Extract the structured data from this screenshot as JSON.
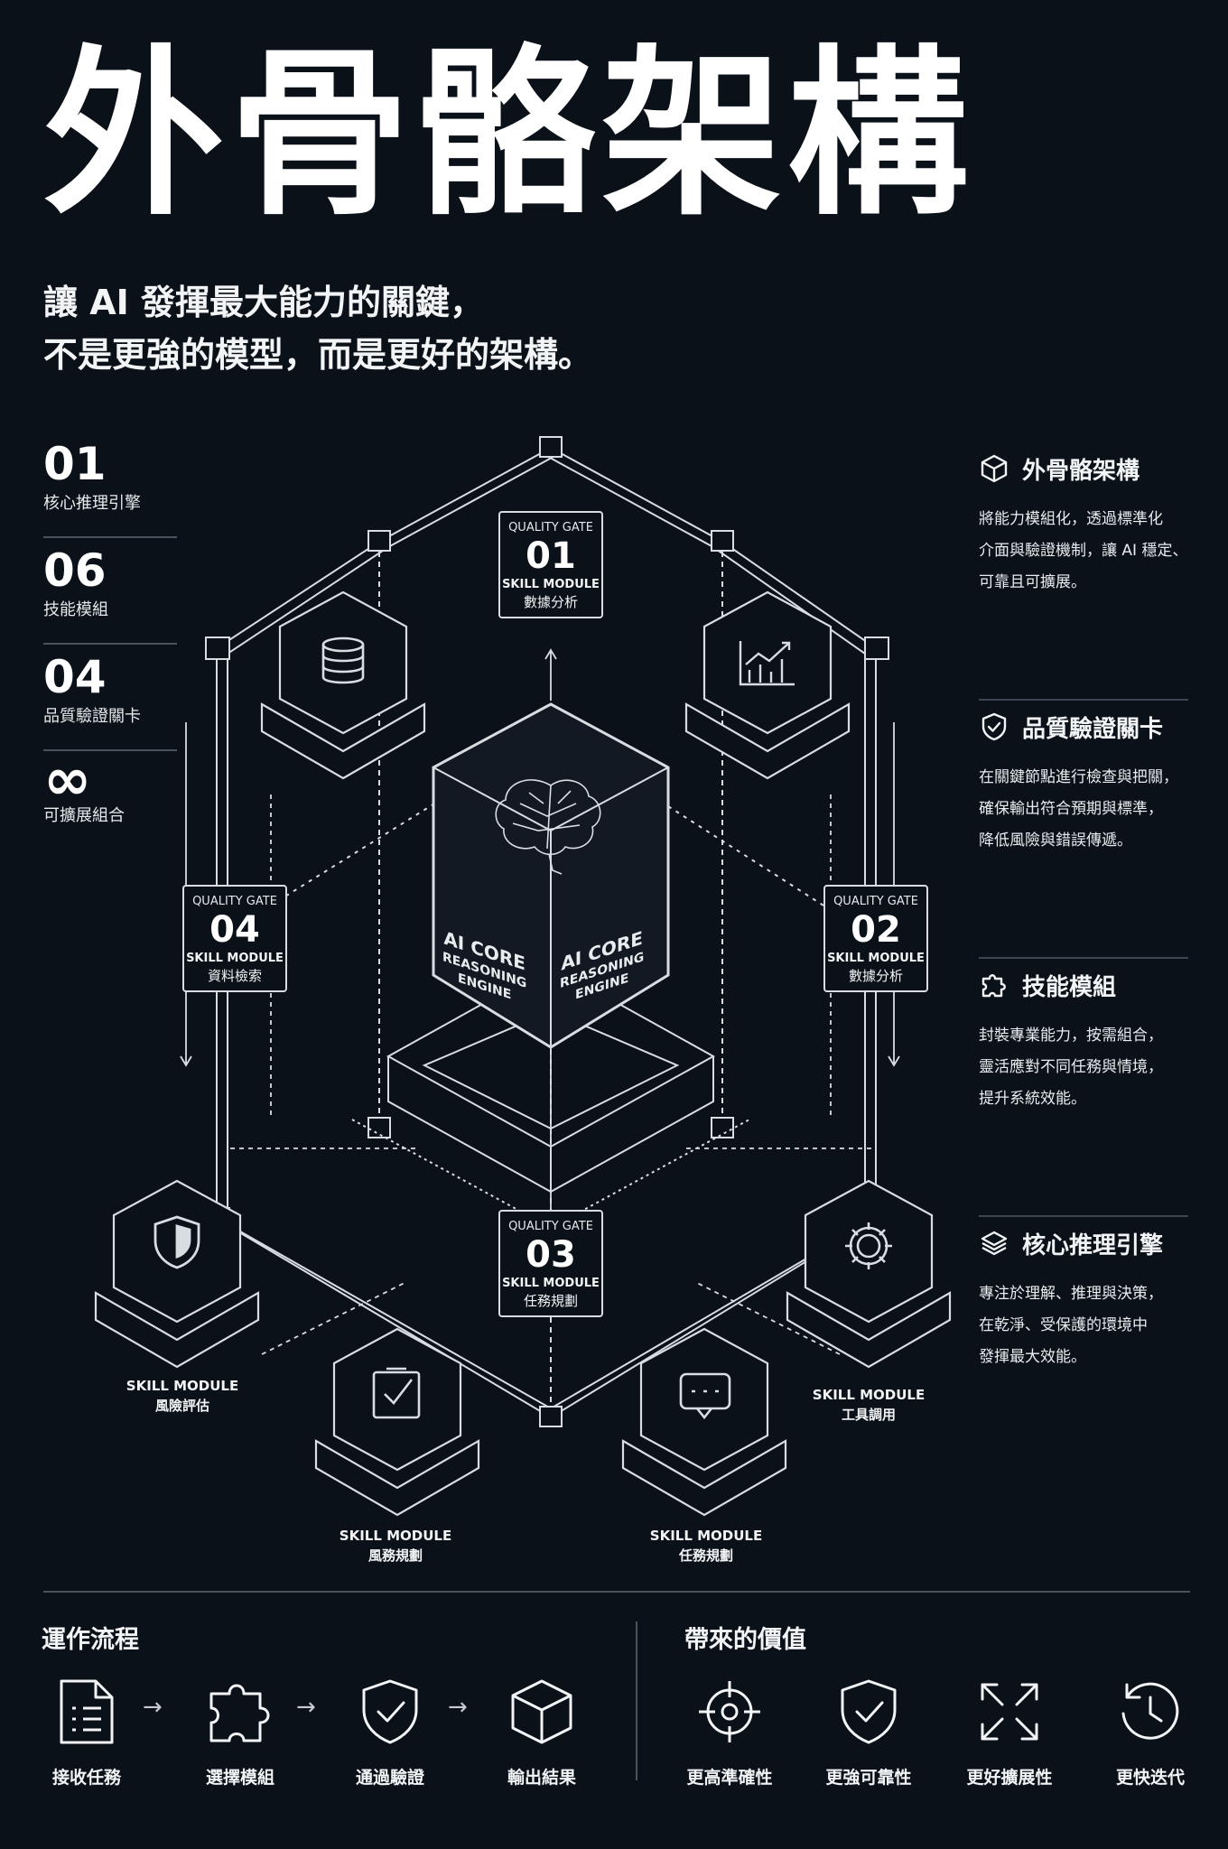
{
  "title": "外骨骼架構",
  "subtitle": {
    "line1": "讓 AI 發揮最大能力的關鍵，",
    "line2": "不是更強的模型，而是更好的架構。"
  },
  "stats": [
    {
      "value": "01",
      "label": "核心推理引擎"
    },
    {
      "value": "06",
      "label": "技能模組"
    },
    {
      "value": "04",
      "label": "品質驗證關卡"
    },
    {
      "value": "∞",
      "label": "可擴展組合"
    }
  ],
  "features": [
    {
      "icon": "cube-icon",
      "title": "外骨骼架構",
      "desc": [
        "將能力模組化，透過標準化",
        "介面與驗證機制，讓 AI 穩定、",
        "可靠且可擴展。"
      ]
    },
    {
      "icon": "shield-check-icon",
      "title": "品質驗證關卡",
      "desc": [
        "在關鍵節點進行檢查與把關，",
        "確保輸出符合預期與標準，",
        "降低風險與錯誤傳遞。"
      ]
    },
    {
      "icon": "puzzle-icon",
      "title": "技能模組",
      "desc": [
        "封裝專業能力，按需組合，",
        "靈活應對不同任務與情境，",
        "提升系統效能。"
      ]
    },
    {
      "icon": "layers-icon",
      "title": "核心推理引擎",
      "desc": [
        "專注於理解、推理與決策，",
        "在乾淨、受保護的環境中",
        "發揮最大效能。"
      ]
    }
  ],
  "diagram": {
    "core": {
      "line1": "AI CORE",
      "line2": "REASONING",
      "line3": "ENGINE",
      "icon": "brain-icon"
    },
    "gates": [
      {
        "title": "QUALITY GATE",
        "number": "01",
        "module": "SKILL MODULE",
        "name": "數據分析"
      },
      {
        "title": "QUALITY GATE",
        "number": "04",
        "module": "SKILL MODULE",
        "name": "資料檢索"
      },
      {
        "title": "QUALITY GATE",
        "number": "02",
        "module": "SKILL MODULE",
        "name": "數據分析"
      },
      {
        "title": "QUALITY GATE",
        "number": "03",
        "module": "SKILL MODULE",
        "name": "任務規劃"
      }
    ],
    "modules": [
      {
        "icon": "database-icon",
        "module": "",
        "name": ""
      },
      {
        "icon": "chart-icon",
        "module": "",
        "name": ""
      },
      {
        "icon": "shield-icon",
        "module": "SKILL MODULE",
        "name": "風險評估"
      },
      {
        "icon": "gear-icon",
        "module": "SKILL MODULE",
        "name": "工具調用"
      },
      {
        "icon": "checklist-icon",
        "module": "SKILL MODULE",
        "name": "風務規劃"
      },
      {
        "icon": "chat-icon",
        "module": "SKILL MODULE",
        "name": "任務規劃"
      }
    ]
  },
  "workflow": {
    "title": "運作流程",
    "steps": [
      {
        "icon": "document-icon",
        "label": "接收任務"
      },
      {
        "icon": "puzzle-icon",
        "label": "選擇模組"
      },
      {
        "icon": "shield-check-icon",
        "label": "通過驗證"
      },
      {
        "icon": "cube-icon",
        "label": "輸出結果"
      }
    ],
    "arrow": "→"
  },
  "values": {
    "title": "帶來的價值",
    "items": [
      {
        "icon": "target-icon",
        "label": "更高準確性"
      },
      {
        "icon": "shield-check-icon",
        "label": "更強可靠性"
      },
      {
        "icon": "expand-icon",
        "label": "更好擴展性"
      },
      {
        "icon": "clock-history-icon",
        "label": "更快迭代"
      }
    ]
  },
  "colors": {
    "background": "#0b1119",
    "foreground": "#f2f4f6",
    "line": "#d8dde2"
  }
}
